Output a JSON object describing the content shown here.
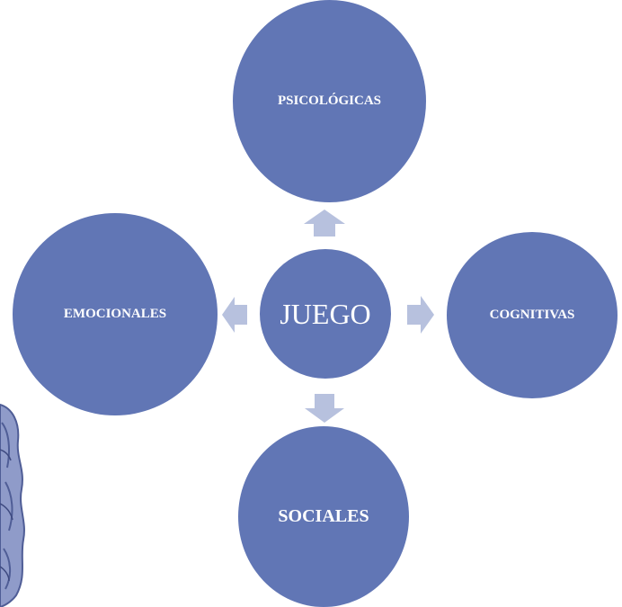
{
  "diagram": {
    "center": {
      "label": "JUEGO"
    },
    "branches": [
      {
        "position": "top",
        "label": "PSICOLÓGICAS"
      },
      {
        "position": "left",
        "label": "EMOCIONALES"
      },
      {
        "position": "right",
        "label": "COGNITIVAS"
      },
      {
        "position": "bottom",
        "label": "SOCIALES"
      }
    ]
  },
  "colors": {
    "node_fill": "#6176b5",
    "arrow_fill": "#b7c1de",
    "text": "#ffffff",
    "decoration": "#6a78b0"
  },
  "icons": {
    "decoration": "partial-figure-illustration"
  }
}
